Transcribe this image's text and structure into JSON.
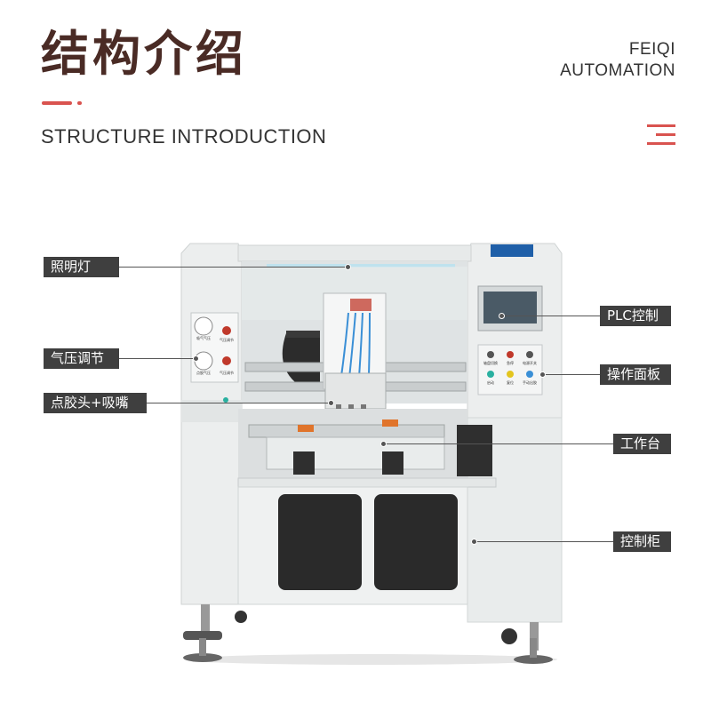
{
  "header": {
    "title_cn": "结构介绍",
    "title_en": "STRUCTURE INTRODUCTION",
    "brand_line1": "FEIQI",
    "brand_line2": "AUTOMATION"
  },
  "colors": {
    "title": "#4a2b25",
    "accent": "#d9534f",
    "label_bg": "#3f3f3f",
    "machine_body": "#eef0f0"
  },
  "icons": [
    "menu-icon"
  ],
  "callouts": {
    "lighting": "照明灯",
    "pressure": "气压调节",
    "dispense_head": "点胶头+吸嘴",
    "plc": "PLC控制",
    "panel": "操作面板",
    "worktable": "工作台",
    "cabinet": "控制柜"
  },
  "panel_buttons": [
    "轴盘切换",
    "急停",
    "电源开关",
    "启动",
    "复位",
    "手动出胶"
  ],
  "gauge_labels": [
    "吸气气压",
    "气压调节",
    "点胶气压",
    "气压调节"
  ]
}
